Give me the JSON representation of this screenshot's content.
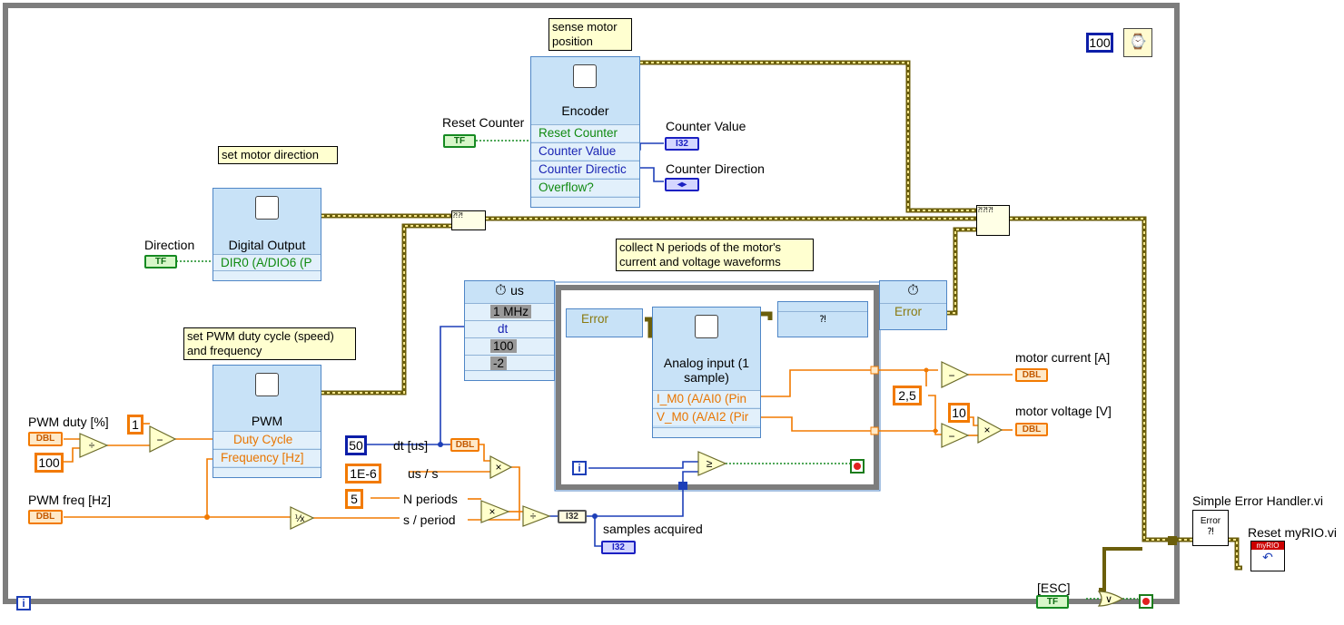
{
  "notes": {
    "sense": "sense motor position",
    "direction": "set motor direction",
    "pwm": "set PWM duty cycle (speed) and frequency",
    "collect": "collect N periods of the motor's current and voltage waveforms"
  },
  "encoder": {
    "title": "Encoder",
    "rows": [
      "Reset Counter",
      "Counter Value",
      "Counter Directic",
      "Overflow?"
    ],
    "in_label": "Reset Counter",
    "out_value_label": "Counter Value",
    "out_dir_label": "Counter Direction"
  },
  "digital_output": {
    "title": "Digital Output",
    "row": "DIR0 (A/DIO6 (P",
    "in_label": "Direction"
  },
  "pwm_block": {
    "title": "PWM",
    "rows": [
      "Duty Cycle",
      "Frequency [Hz]"
    ]
  },
  "analog_input": {
    "title": "Analog input (1 sample)",
    "rows": [
      "I_M0 (A/AI0 (Pin",
      "V_M0 (A/AI2 (Pir"
    ]
  },
  "timed_loop": {
    "unit": "us",
    "rows": [
      "1 MHz",
      "dt",
      "100",
      "-2"
    ],
    "error_in": "Error",
    "error_out": "Error"
  },
  "controls": {
    "pwm_duty_label": "PWM duty  [%]",
    "pwm_freq_label": "PWM freq [Hz]",
    "dbl": "DBL",
    "tf": "TF",
    "i32": "I32",
    "esc_label": "[ESC]"
  },
  "constants": {
    "one": "1",
    "hundred": "100",
    "wait_ms": "100",
    "dt_val": "50",
    "us_per_s": "1E-6",
    "n_periods": "5",
    "offset": "2,5",
    "gain": "10"
  },
  "wire_labels": {
    "dt": "dt [us]",
    "us_s": "us / s",
    "n_periods": "N periods",
    "s_period": "s / period",
    "samples": "samples acquired"
  },
  "outputs": {
    "current": "motor current [A]",
    "voltage": "motor voltage [V]"
  },
  "subvis": {
    "error_handler": "Simple Error Handler.vi",
    "reset": "Reset myRIO.vi",
    "reset_badge": "myRIO",
    "error_icon": "Error"
  },
  "colors": {
    "dbl": "#f27a00",
    "i32": "#1b20c2",
    "bool": "#158a21",
    "error": "#8a7a10",
    "frame": "#7d7d7d"
  }
}
